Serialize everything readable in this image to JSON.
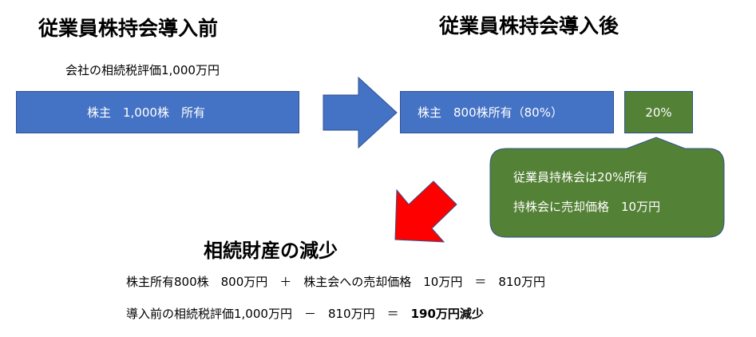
{
  "before": {
    "title": "従業員株持会導入前",
    "valuation": "会社の相続税評価1,000万円",
    "shareholder_box": "株主　1,000株　所有"
  },
  "after": {
    "title": "従業員株持会導入後",
    "shareholder_box": "株主　800株所有（80%）",
    "association_box": "20%",
    "callout_line1": "従業員持株会は20%所有",
    "callout_line2": "持株会に売却価格　10万円"
  },
  "result": {
    "title": "相続財産の減少",
    "line1": "株主所有800株　800万円　＋　株主会への売却価格　10万円　＝　810万円",
    "line2_prefix": "導入前の相続税評価1,000万円　－　810万円　＝　",
    "line2_bold": "190万円減少"
  },
  "colors": {
    "blue": "#4472c4",
    "green": "#538135",
    "red": "#ff0000",
    "border": "#2f528f"
  }
}
